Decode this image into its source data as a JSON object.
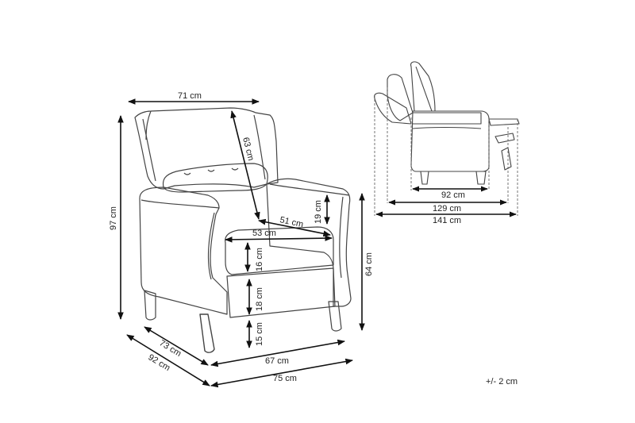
{
  "dimensions": {
    "width_71": "71 cm",
    "height_97": "97 cm",
    "depth_63": "63 cm",
    "armrest_19": "19 cm",
    "seat_depth_51": "51 cm",
    "seat_width_53": "53 cm",
    "cushion_16": "16 cm",
    "front_18": "18 cm",
    "leg_15": "15 cm",
    "arm_height_64": "64 cm",
    "depth_73": "73 cm",
    "width_67": "67 cm",
    "depth_92": "92 cm",
    "width_75": "75 cm"
  },
  "side_view": {
    "seat_92": "92 cm",
    "reclined_129": "129 cm",
    "full_141": "141 cm"
  },
  "tolerance": "+/- 2 cm"
}
